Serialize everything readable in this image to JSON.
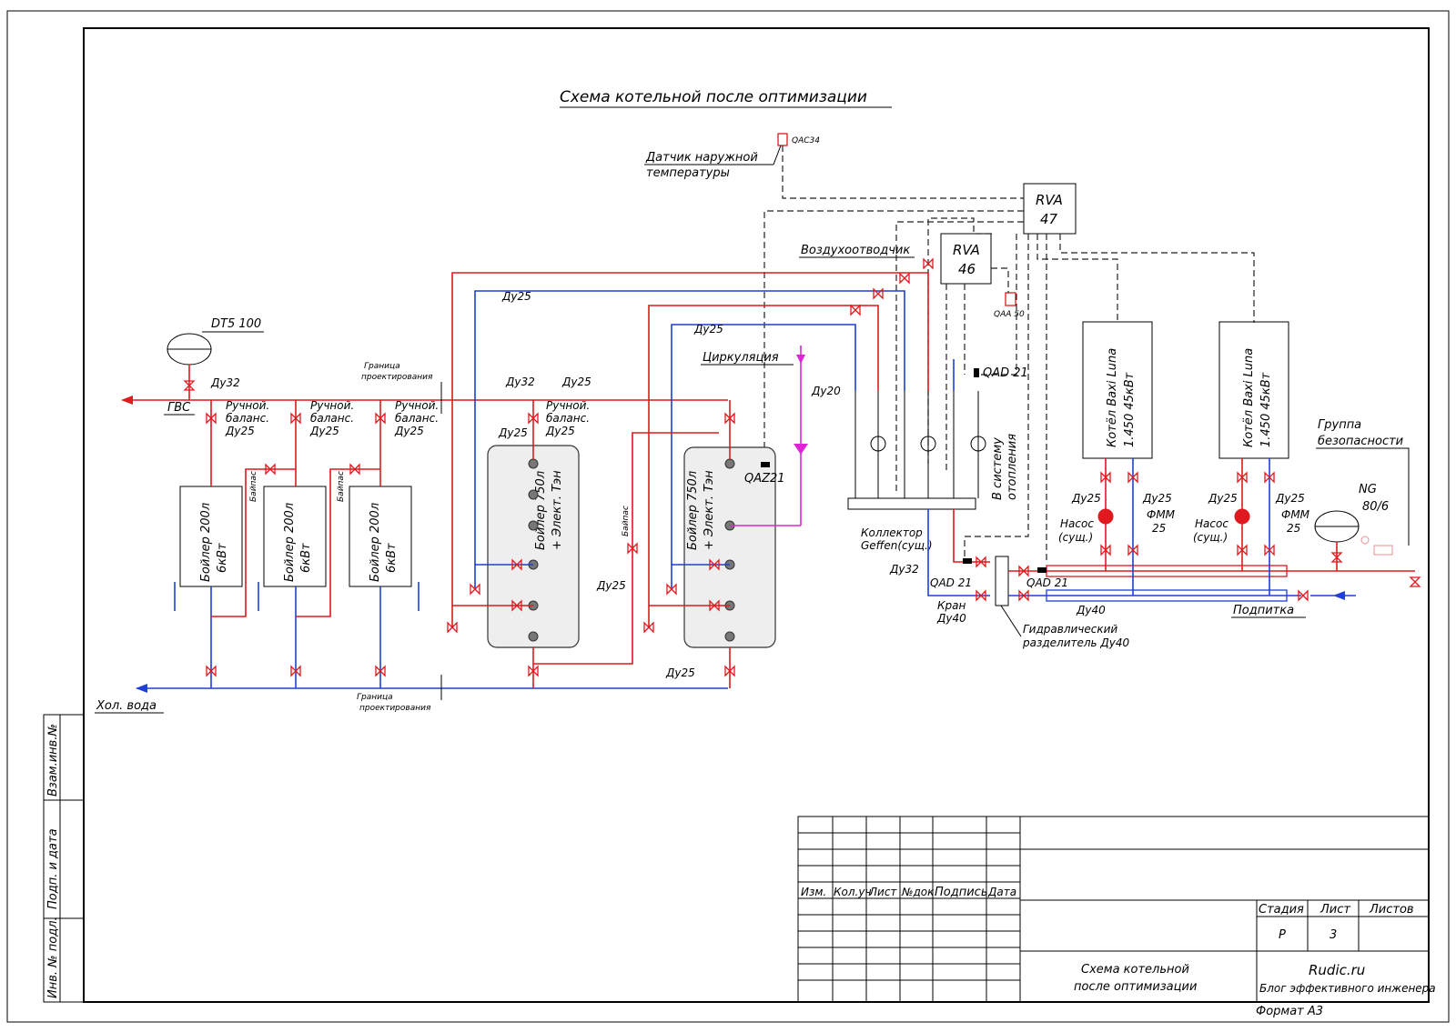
{
  "title": "Схема котельной после оптимизации",
  "sensors": {
    "outdoor_label": [
      "Датчик наружной",
      "температуры"
    ],
    "outdoor_code": "QAC34",
    "qaa": "QAA 50",
    "qad_top": "QAD 21",
    "qad_left": "QAD 21",
    "qad_right": "QAD 21",
    "qaz": "QAZ21"
  },
  "controllers": {
    "rva47": [
      "RVA",
      "47"
    ],
    "rva46": [
      "RVA",
      "46"
    ]
  },
  "labels": {
    "air_vent": "Воздухоотводчик",
    "circulation": "Циркуляция",
    "dhw": "ГВС",
    "cold_water": "Хол. вода",
    "design_border": [
      "Граница",
      "проектирования"
    ],
    "expansion_tank": "DT5 100",
    "ng_tank": [
      "NG",
      "80/6"
    ],
    "safety_group": [
      "Группа",
      "безопасности"
    ],
    "to_heating": [
      "В систему",
      "отопления"
    ],
    "collector": [
      "Коллектор",
      "Geffen(сущ.)"
    ],
    "hyd_sep": [
      "Гидравлический",
      "разделитель Ду40"
    ],
    "valve_du40": [
      "Кран",
      "Ду40"
    ],
    "makeup": "Подпитка",
    "bypass": "Байпас",
    "pump_exist": [
      "Насос",
      "(сущ.)"
    ],
    "fmm": [
      "ФММ",
      "25"
    ]
  },
  "pipe_sizes": {
    "du32": "Ду32",
    "du25": "Ду25",
    "du20": "Ду20",
    "du40": "Ду40"
  },
  "balance_valve": [
    "Ручной.",
    "баланс.",
    "Ду25"
  ],
  "boilers_small": [
    {
      "line1": "Бойлер 200л",
      "line2": "6кВт"
    },
    {
      "line1": "Бойлер 200л",
      "line2": "6кВт"
    },
    {
      "line1": "Бойлер 200л",
      "line2": "6кВт"
    }
  ],
  "boilers_large": [
    {
      "line1": "Бойлер 750л",
      "line2": "+ Элект. Тэн"
    },
    {
      "line1": "Бойлер 750л",
      "line2": "+ Элект. Тэн"
    }
  ],
  "gas_boilers": [
    {
      "line1": "Котёл Baxi Luna",
      "line2": "1.450 45кВт"
    },
    {
      "line1": "Котёл Baxi Luna",
      "line2": "1.450 45кВт"
    }
  ],
  "side_stamp": [
    "Взам.инв.№",
    "Подп. и дата",
    "Инв. № подл."
  ],
  "title_block": {
    "columns": [
      "Изм.",
      "Кол.уч",
      "Лист",
      "№док",
      "Подпись",
      "Дата"
    ],
    "stage_head": "Стадия",
    "sheet_head": "Лист",
    "sheets_head": "Листов",
    "stage": "Р",
    "sheet": "3",
    "sheets": "",
    "drawing_name": [
      "Схема котельной",
      "после оптимизации"
    ],
    "org": "Rudic.ru",
    "org_sub": "Блог эффективного инженера",
    "format": "Формат А3"
  },
  "colors": {
    "supply": "#e0191e",
    "return": "#1f3fd6",
    "circulation": "#e024d8"
  }
}
